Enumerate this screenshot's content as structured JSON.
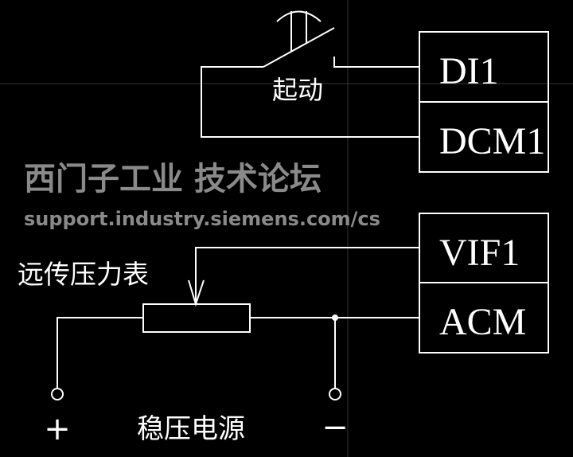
{
  "labels": {
    "start_switch": "起动",
    "remote_pressure_gauge": "远传压力表",
    "regulated_power_supply": "稳压电源",
    "plus": "+",
    "minus": "−"
  },
  "terminals": {
    "di1": "DI1",
    "dcm1": "DCM1",
    "vif1": "VIF1",
    "acm": "ACM"
  },
  "watermark": {
    "line1": "西门子工业  技术论坛",
    "line2": "support.industry.siemens.com/cs"
  },
  "colors": {
    "background": "#000000",
    "line": "#ffffff",
    "watermark": "#8a8a8a"
  }
}
